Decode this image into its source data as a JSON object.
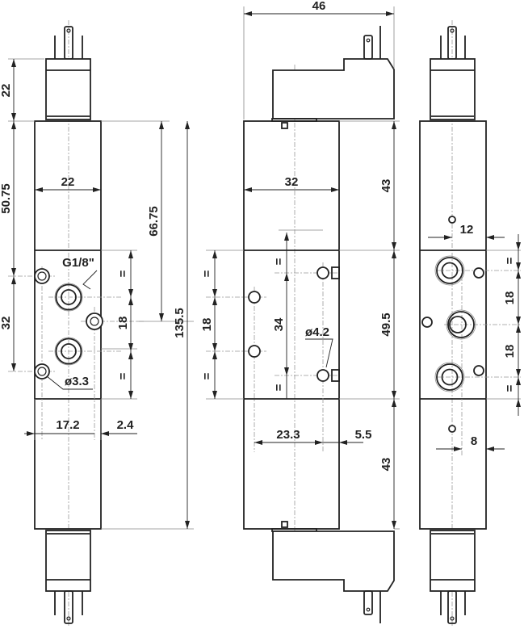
{
  "drawing": {
    "left_view": {
      "dims": {
        "solenoid_height": "22",
        "upper_section": "50.75",
        "port_spacing": "32",
        "body_width": "22",
        "to_center": "66.75",
        "overall_length": "135.5",
        "center_pitch": "18",
        "equal_top": "=",
        "equal_bottom": "=",
        "offset": "17.2",
        "side_offset": "2.4"
      },
      "callouts": {
        "thread": "G1/8\"",
        "mount_hole": "ø3.3"
      }
    },
    "middle_view": {
      "dims": {
        "overall_width": "46",
        "body_width": "32",
        "top_section": "43",
        "mid_section": "49.5",
        "bottom_section": "43",
        "hole_pitch": "34",
        "left_pitch": "18",
        "equal_top": "=",
        "equal_bottom": "=",
        "equal_left_top": "=",
        "equal_left_bottom": "=",
        "hole_offset": "23.3",
        "edge_offset": "5.5"
      },
      "callouts": {
        "mount_hole": "ø4.2"
      }
    },
    "right_view": {
      "dims": {
        "top_offset": "12",
        "pitch_upper": "18",
        "pitch_lower": "18",
        "equal_top": "=",
        "equal_bottom": "=",
        "bottom_offset": "8"
      }
    }
  }
}
